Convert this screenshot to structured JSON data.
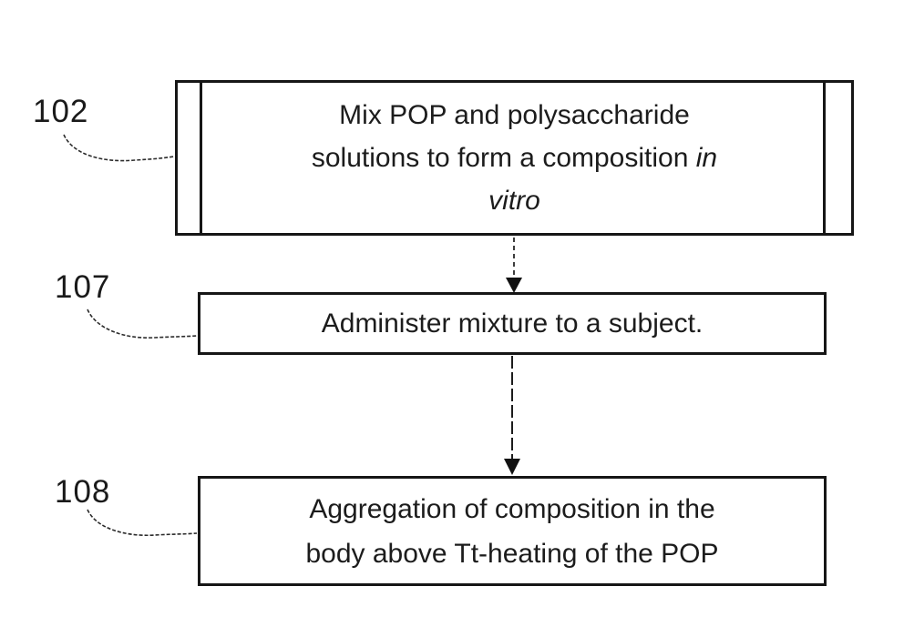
{
  "figure": {
    "background_color": "#ffffff",
    "ink_color": "#1a1a1a"
  },
  "labels": {
    "ref102": "102",
    "ref107": "107",
    "ref108": "108"
  },
  "boxes": {
    "box1": {
      "line1": "Mix POP and polysaccharide",
      "line2_normal": "solutions to form a composition ",
      "line2_italic": "in",
      "line3_italic": "vitro"
    },
    "box2": {
      "line1": "Administer mixture to a subject."
    },
    "box3": {
      "line1": "Aggregation of composition in the",
      "line2": "body above Tt-heating of the POP"
    }
  }
}
